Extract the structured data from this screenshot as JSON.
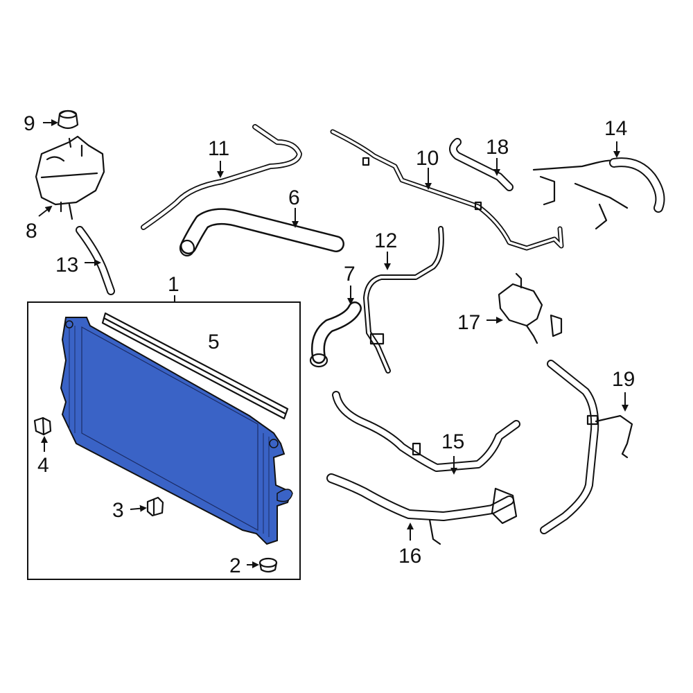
{
  "colors": {
    "highlight": "#3a63c6",
    "line": "#111111",
    "background": "#ffffff"
  },
  "callouts": {
    "c1": "1",
    "c2": "2",
    "c3": "3",
    "c4": "4",
    "c5": "5",
    "c6": "6",
    "c7": "7",
    "c8": "8",
    "c9": "9",
    "c10": "10",
    "c11": "11",
    "c12": "12",
    "c13": "13",
    "c14": "14",
    "c15": "15",
    "c16": "16",
    "c17": "17",
    "c18": "18",
    "c19": "19"
  },
  "highlighted_part": "radiator"
}
